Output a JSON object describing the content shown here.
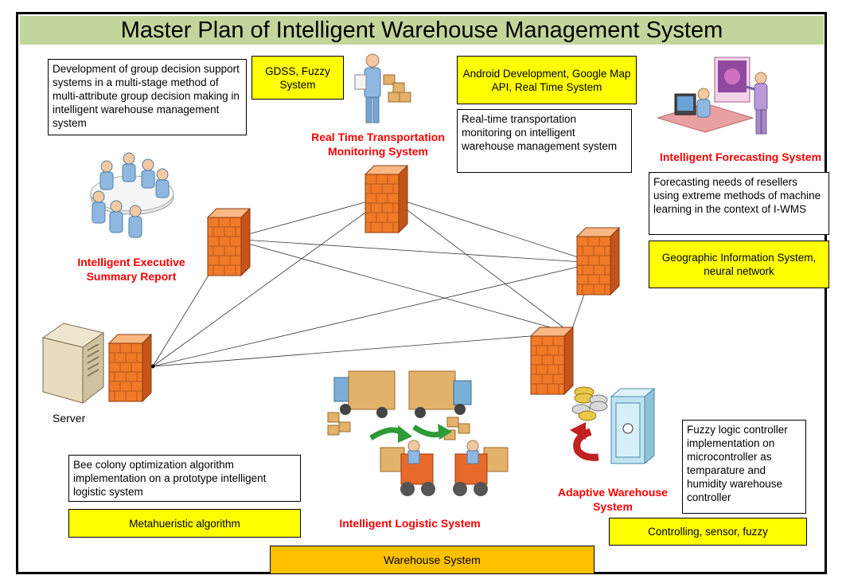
{
  "title": "Master Plan of Intelligent Warehouse Management System",
  "colors": {
    "title_bar": "#c2d69b",
    "label_red": "#ff0000",
    "tech_yellow": "#ffff00",
    "base_orange": "#ffc000",
    "firewall_orange": "#f07a28"
  },
  "nodes": {
    "executive": {
      "label": "Intelligent Executive Summary Report",
      "description": "Development of group decision support systems in a multi-stage method of multi-attribute group decision making in intelligent warehouse management system",
      "tech": "GDSS, Fuzzy System",
      "icon": "meeting-people-icon"
    },
    "transport": {
      "label": "Real Time Transportation Monitoring System",
      "description": "Real-time transportation monitoring on intelligent warehouse management system",
      "tech": "Android Development, Google Map API, Real Time System",
      "icon": "person-with-packages-icon"
    },
    "forecasting": {
      "label": "Intelligent Forecasting System",
      "description": "Forecasting needs of resellers using extreme methods of machine learning in the context of I-WMS",
      "tech": "Geographic Information System, neural network",
      "icon": "presentation-icon"
    },
    "adaptive": {
      "label": "Adaptive Warehouse System",
      "description": "Fuzzy logic controller implementation on microcontroller as temparature and humidity warehouse controller",
      "tech": "Controlling, sensor, fuzzy",
      "icon": "vault-coins-icon"
    },
    "logistic": {
      "label": "Intelligent Logistic System",
      "description": "Bee colony optimization algorithm implementation on a prototype intelligent logistic system",
      "tech": "Metahueristic algorithm",
      "icon": "trucks-forklifts-icon"
    },
    "server": {
      "label": "Server",
      "icon": "server-icon"
    }
  },
  "base": "Warehouse System",
  "connections": [
    [
      "server",
      "executive"
    ],
    [
      "server",
      "transport"
    ],
    [
      "server",
      "forecasting"
    ],
    [
      "server",
      "adaptive"
    ],
    [
      "executive",
      "transport"
    ],
    [
      "executive",
      "forecasting"
    ],
    [
      "executive",
      "adaptive"
    ],
    [
      "transport",
      "forecasting"
    ],
    [
      "transport",
      "adaptive"
    ],
    [
      "forecasting",
      "adaptive"
    ]
  ]
}
